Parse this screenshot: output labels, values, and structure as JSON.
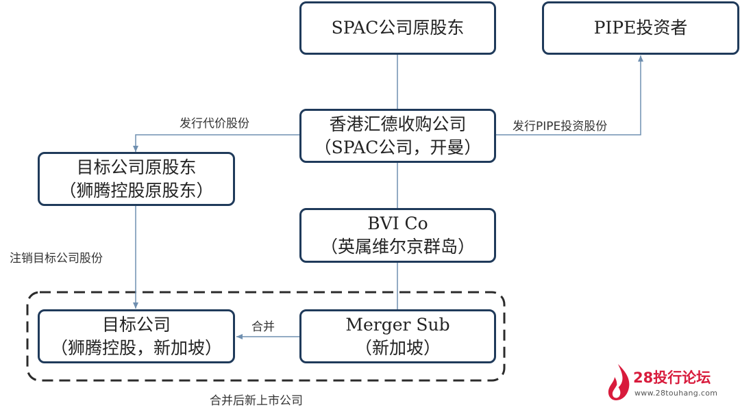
{
  "nodes": {
    "spac_shareholders": {
      "line1": "SPAC公司原股东"
    },
    "pipe_investors": {
      "line1": "PIPE投资者"
    },
    "spac_company": {
      "line1": "香港汇德收购公司",
      "line2": "（SPAC公司，开曼）"
    },
    "target_shareholders": {
      "line1": "目标公司原股东",
      "line2": "（狮腾控股原股东）"
    },
    "bvi_co": {
      "line1": "BVI Co",
      "line2": "（英属维尔京群岛）"
    },
    "target_company": {
      "line1": "目标公司",
      "line2": "（狮腾控股，新加坡）"
    },
    "merger_sub": {
      "line1": "Merger Sub",
      "line2": "（新加坡）"
    }
  },
  "edge_labels": {
    "issue_consideration_shares": "发行代价股份",
    "issue_pipe_shares": "发行PIPE投资股份",
    "cancel_target_shares": "注销目标公司股份",
    "merge": "合并"
  },
  "group_label": "合并后新上市公司",
  "watermark": {
    "title": "28投行论坛",
    "url": "www.28touhang.com"
  },
  "colors": {
    "box_border": "#1f3a5a",
    "connector": "#6f8fb0",
    "brand_red": "#d81b3c"
  }
}
